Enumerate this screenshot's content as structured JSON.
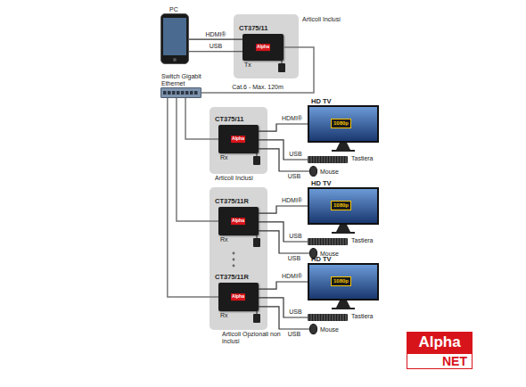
{
  "diagram": {
    "nodes": [
      {
        "text": [
          "PC"
        ]
      },
      {
        "text": [
          "Articoli Inclusi"
        ]
      },
      {
        "text": [
          "CT375/11",
          "Tx"
        ],
        "in": 1
      },
      {
        "text": [
          "Switch Gigabit Ethernet"
        ]
      },
      {
        "text": [
          "Articoli Inclusi"
        ]
      },
      {
        "text": [
          "CT375/11",
          "Rx"
        ],
        "in": 4
      },
      {
        "text": [
          "Articoli Opzionali non inclusi"
        ]
      },
      {
        "text": [
          "CT375/11R",
          "Rx"
        ],
        "in": 6
      },
      {
        "text": [
          "CT375/11R",
          "Rx"
        ],
        "in": 6
      },
      {
        "text": [
          "HD TV",
          "1080p"
        ]
      },
      {
        "text": [
          "Tastiera"
        ]
      },
      {
        "text": [
          "Mouse"
        ]
      },
      {
        "text": [
          "HD TV",
          "1080p"
        ]
      },
      {
        "text": [
          "Tastiera"
        ]
      },
      {
        "text": [
          "Mouse"
        ]
      },
      {
        "text": [
          "HD TV",
          "1080p"
        ]
      },
      {
        "text": [
          "Tastiera"
        ]
      },
      {
        "text": [
          "Mouse"
        ]
      }
    ],
    "edges": [
      {
        "from": 0,
        "to": 2,
        "label": "HDMI®",
        "arrow": "none"
      },
      {
        "from": 0,
        "to": 2,
        "label": "USB",
        "arrow": "none"
      },
      {
        "from": 2,
        "to": 3,
        "label": "Cat.6 - Max. 120m",
        "arrow": "none"
      },
      {
        "from": 3,
        "to": 5,
        "arrow": "none"
      },
      {
        "from": 3,
        "to": 7,
        "arrow": "none"
      },
      {
        "from": 3,
        "to": 8,
        "arrow": "none"
      },
      {
        "from": 5,
        "to": 9,
        "label": "HDMI®",
        "arrow": "none"
      },
      {
        "from": 5,
        "to": 10,
        "label": "USB",
        "arrow": "none"
      },
      {
        "from": 5,
        "to": 11,
        "label": "USB",
        "arrow": "none"
      },
      {
        "from": 7,
        "to": 12,
        "label": "HDMI®",
        "arrow": "none"
      },
      {
        "from": 7,
        "to": 13,
        "label": "USB",
        "arrow": "none"
      },
      {
        "from": 7,
        "to": 14,
        "label": "USB",
        "arrow": "none"
      },
      {
        "from": 8,
        "to": 15,
        "label": "HDMI®",
        "arrow": "none"
      },
      {
        "from": 8,
        "to": 16,
        "label": "USB",
        "arrow": "none"
      },
      {
        "from": 8,
        "to": 17,
        "label": "USB",
        "arrow": "none"
      }
    ],
    "labels": [
      "Alpha",
      "Alpha",
      "Alpha",
      "Alpha",
      "Alpha",
      "NET"
    ]
  }
}
